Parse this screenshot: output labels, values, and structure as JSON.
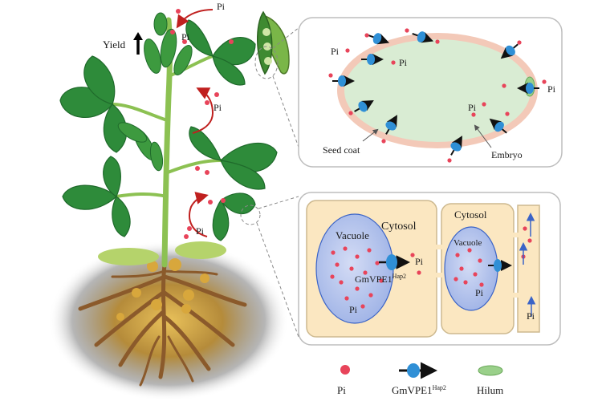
{
  "colors": {
    "pi_dot": "#e8445a",
    "transporter": "#2f8fd6",
    "hilum": "#9ad08a",
    "leaf": "#2e8b3a",
    "leaf_dark": "#1f6a2b",
    "stem": "#8cc152",
    "root": "#8b5a2b",
    "seed_coat": "#f3c9b8",
    "embryo": "#d9ecd3",
    "cytosol": "#fbe7c1",
    "vacuole": "#b9c8ee",
    "arrow_red": "#c0201f"
  },
  "plant": {
    "yield_label": "Yield",
    "pi_labels": [
      "Pi",
      "Pi",
      "Pi",
      "Pi"
    ]
  },
  "seed_panel": {
    "pi_labels": [
      "Pi",
      "Pi",
      "Pi",
      "Pi"
    ],
    "seed_coat_label": "Seed coat",
    "embryo_label": "Embryo"
  },
  "cell_panel": {
    "cytosol_left": "Cytosol",
    "cytosol_right": "Cytosol",
    "vacuole_left": "Vacuole",
    "vacuole_right": "Vacuole",
    "transporter_name": "GmVPE1",
    "transporter_sup": "Hap2",
    "pi_labels": [
      "Pi",
      "Pi",
      "Pi",
      "Pi"
    ]
  },
  "legend": {
    "pi": "Pi",
    "transporter_name": "GmVPE1",
    "transporter_sup": "Hap2",
    "hilum": "Hilum"
  },
  "icons": [
    "up-arrow-icon",
    "leaf-icon",
    "seed-pod-icon",
    "pi-dot-icon",
    "transporter-icon",
    "hilum-icon"
  ]
}
